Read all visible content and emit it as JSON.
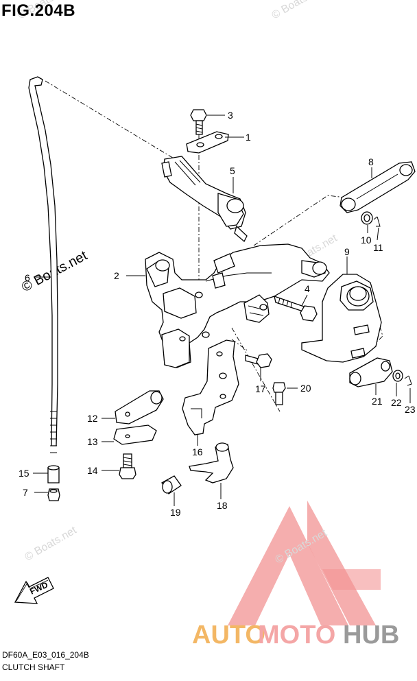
{
  "figure": {
    "title": "FIG.204B",
    "code": "DF60A_E03_016_204B",
    "name": "CLUTCH SHAFT"
  },
  "watermarks": {
    "boats_small": "© Boats.net",
    "boats_large": "© Boats.net",
    "brand_auto": "AUTO",
    "brand_moto": "MOTO",
    "brand_hub": "HUB"
  },
  "fwd_label": "FWD",
  "colors": {
    "brand_auto": "#f3b765",
    "brand_moto": "#f4a6a6",
    "brand_hub": "#9a9a9a",
    "triangle": "#f08080"
  },
  "callouts": [
    {
      "id": "c1",
      "label": "1"
    },
    {
      "id": "c2",
      "label": "2"
    },
    {
      "id": "c3",
      "label": "3"
    },
    {
      "id": "c4",
      "label": "4"
    },
    {
      "id": "c5",
      "label": "5"
    },
    {
      "id": "c6",
      "label": "6"
    },
    {
      "id": "c7",
      "label": "7"
    },
    {
      "id": "c8",
      "label": "8"
    },
    {
      "id": "c9",
      "label": "9"
    },
    {
      "id": "c10",
      "label": "10"
    },
    {
      "id": "c11",
      "label": "11"
    },
    {
      "id": "c12",
      "label": "12"
    },
    {
      "id": "c13",
      "label": "13"
    },
    {
      "id": "c14",
      "label": "14"
    },
    {
      "id": "c15",
      "label": "15"
    },
    {
      "id": "c16",
      "label": "16"
    },
    {
      "id": "c17",
      "label": "17"
    },
    {
      "id": "c18",
      "label": "18"
    },
    {
      "id": "c19",
      "label": "19"
    },
    {
      "id": "c20",
      "label": "20"
    },
    {
      "id": "c21",
      "label": "21"
    },
    {
      "id": "c22",
      "label": "22"
    },
    {
      "id": "c23",
      "label": "23"
    }
  ]
}
